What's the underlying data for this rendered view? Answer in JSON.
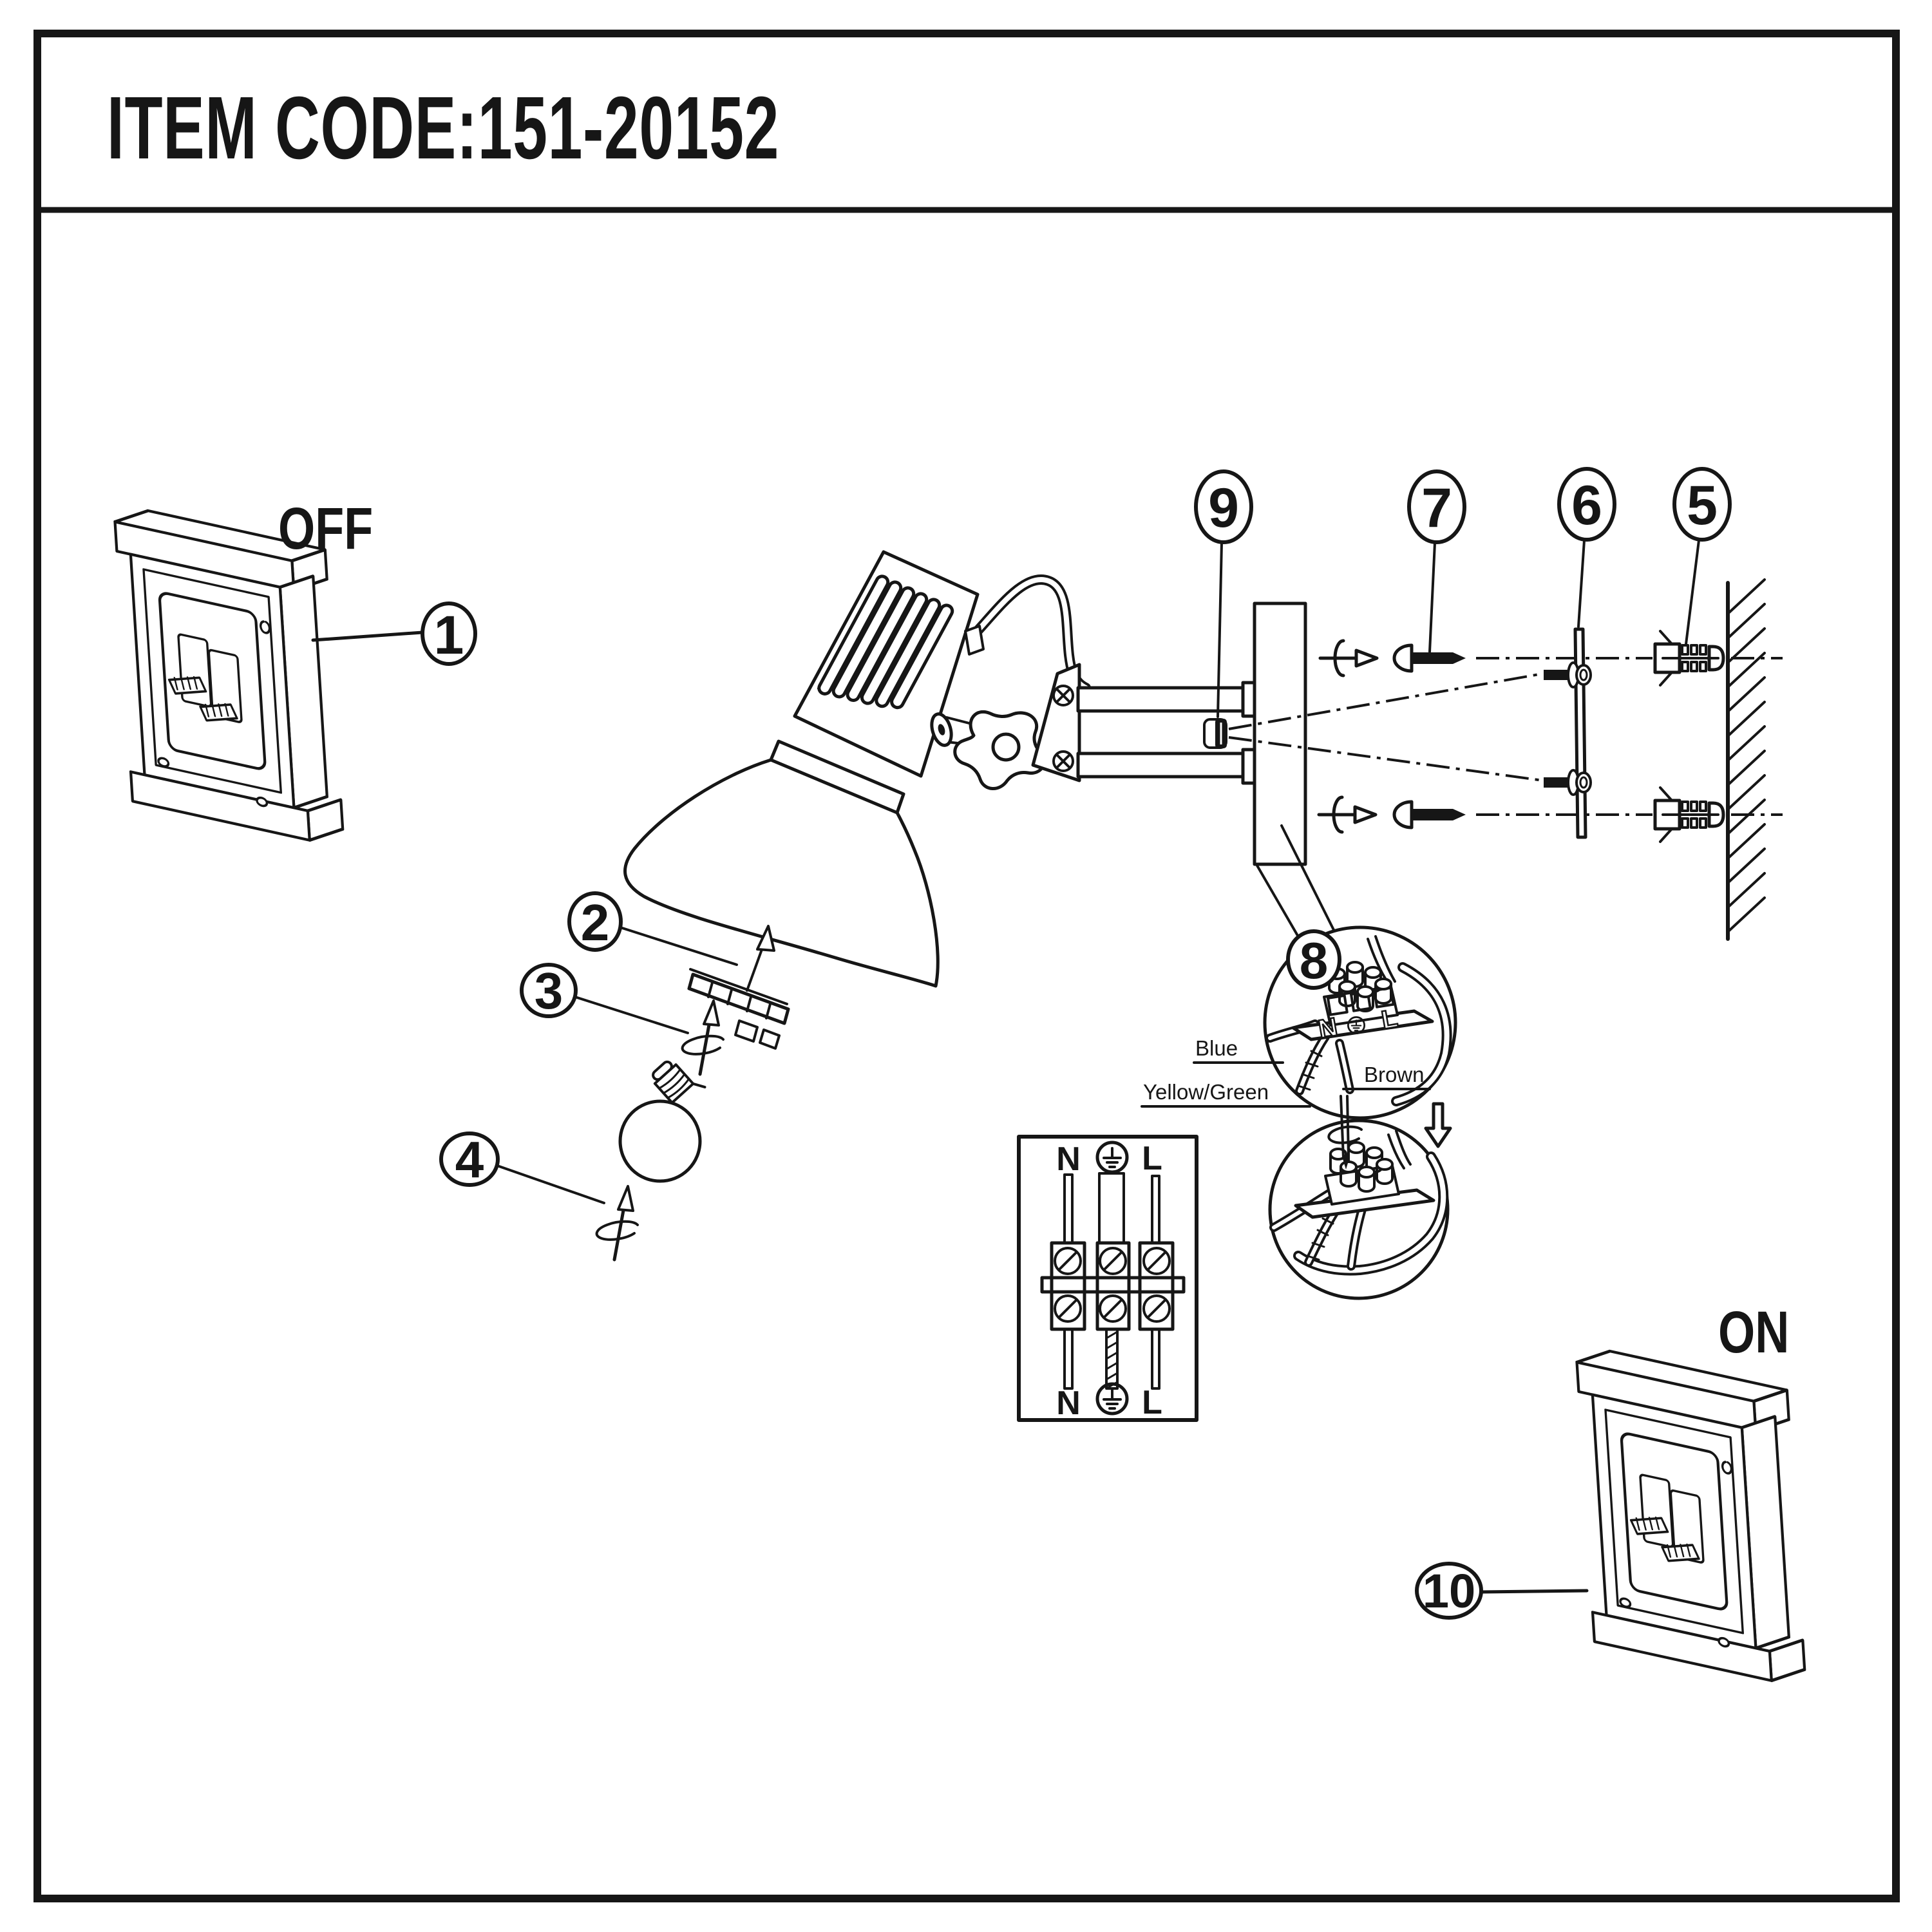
{
  "title": "ITEM CODE:151-20152",
  "switch_states": {
    "off": "OFF",
    "on": "ON"
  },
  "callouts": {
    "c1": "1",
    "c2": "2",
    "c3": "3",
    "c4": "4",
    "c5": "5",
    "c6": "6",
    "c7": "7",
    "c8": "8",
    "c9": "9",
    "c10": "10"
  },
  "wire_labels": {
    "blue": "Blue",
    "yellow_green": "Yellow/Green",
    "brown": "Brown"
  },
  "terminal_diagram": {
    "top_n": "N",
    "top_l": "L",
    "bottom_n": "N",
    "bottom_l": "L"
  },
  "connector_marks": {
    "n": "N",
    "l": "L"
  },
  "colors": {
    "ink": "#161616",
    "paper": "#ffffff"
  }
}
